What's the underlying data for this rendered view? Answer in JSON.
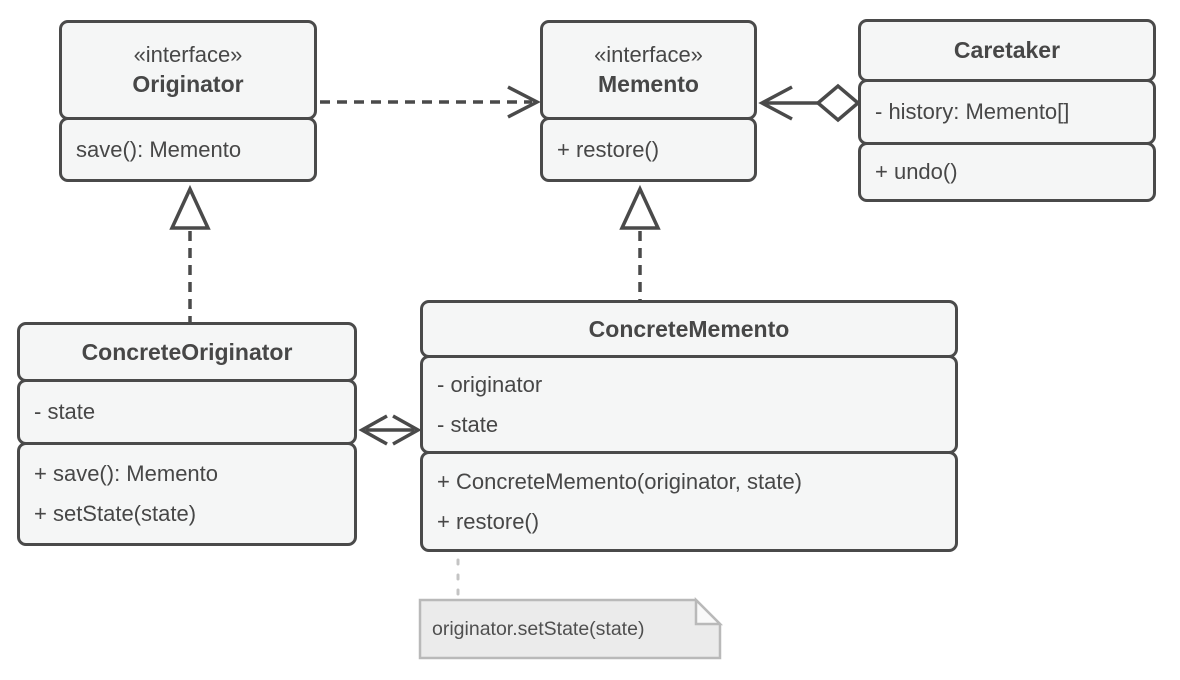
{
  "classes": {
    "originator": {
      "stereotype": "«interface»",
      "name": "Originator",
      "methods": [
        "save(): Memento"
      ]
    },
    "memento": {
      "stereotype": "«interface»",
      "name": "Memento",
      "methods": [
        "+ restore()"
      ]
    },
    "caretaker": {
      "name": "Caretaker",
      "attributes": [
        "- history: Memento[]"
      ],
      "methods": [
        "+ undo()"
      ]
    },
    "concrete_originator": {
      "name": "ConcreteOriginator",
      "attributes": [
        "- state"
      ],
      "methods": [
        "+ save(): Memento",
        "+ setState(state)"
      ]
    },
    "concrete_memento": {
      "name": "ConcreteMemento",
      "attributes": [
        "- originator",
        "- state"
      ],
      "methods": [
        "+ ConcreteMemento(originator, state)",
        "+ restore()"
      ]
    }
  },
  "note": {
    "text": "originator.setState(state)"
  },
  "relationships": [
    {
      "type": "dependency",
      "from": "Originator",
      "to": "Memento",
      "style": "dashed-open-arrow"
    },
    {
      "type": "aggregation",
      "from": "Caretaker",
      "to": "Memento",
      "style": "solid-open-arrow-hollow-diamond"
    },
    {
      "type": "realization",
      "from": "ConcreteOriginator",
      "to": "Originator",
      "style": "dashed-hollow-triangle"
    },
    {
      "type": "realization",
      "from": "ConcreteMemento",
      "to": "Memento",
      "style": "dashed-hollow-triangle"
    },
    {
      "type": "association",
      "from": "ConcreteOriginator",
      "to": "ConcreteMemento",
      "style": "solid-double-open-arrow"
    },
    {
      "type": "note-anchor",
      "from": "ConcreteMemento",
      "to": "note",
      "style": "dotted"
    }
  ],
  "colors": {
    "stroke": "#4a4a4a",
    "class_fill": "#f5f6f6",
    "background": "#ffffff",
    "note_fill": "#ebebeb",
    "note_stroke": "#b9b9b9",
    "note_text": "#4f4f4f"
  }
}
